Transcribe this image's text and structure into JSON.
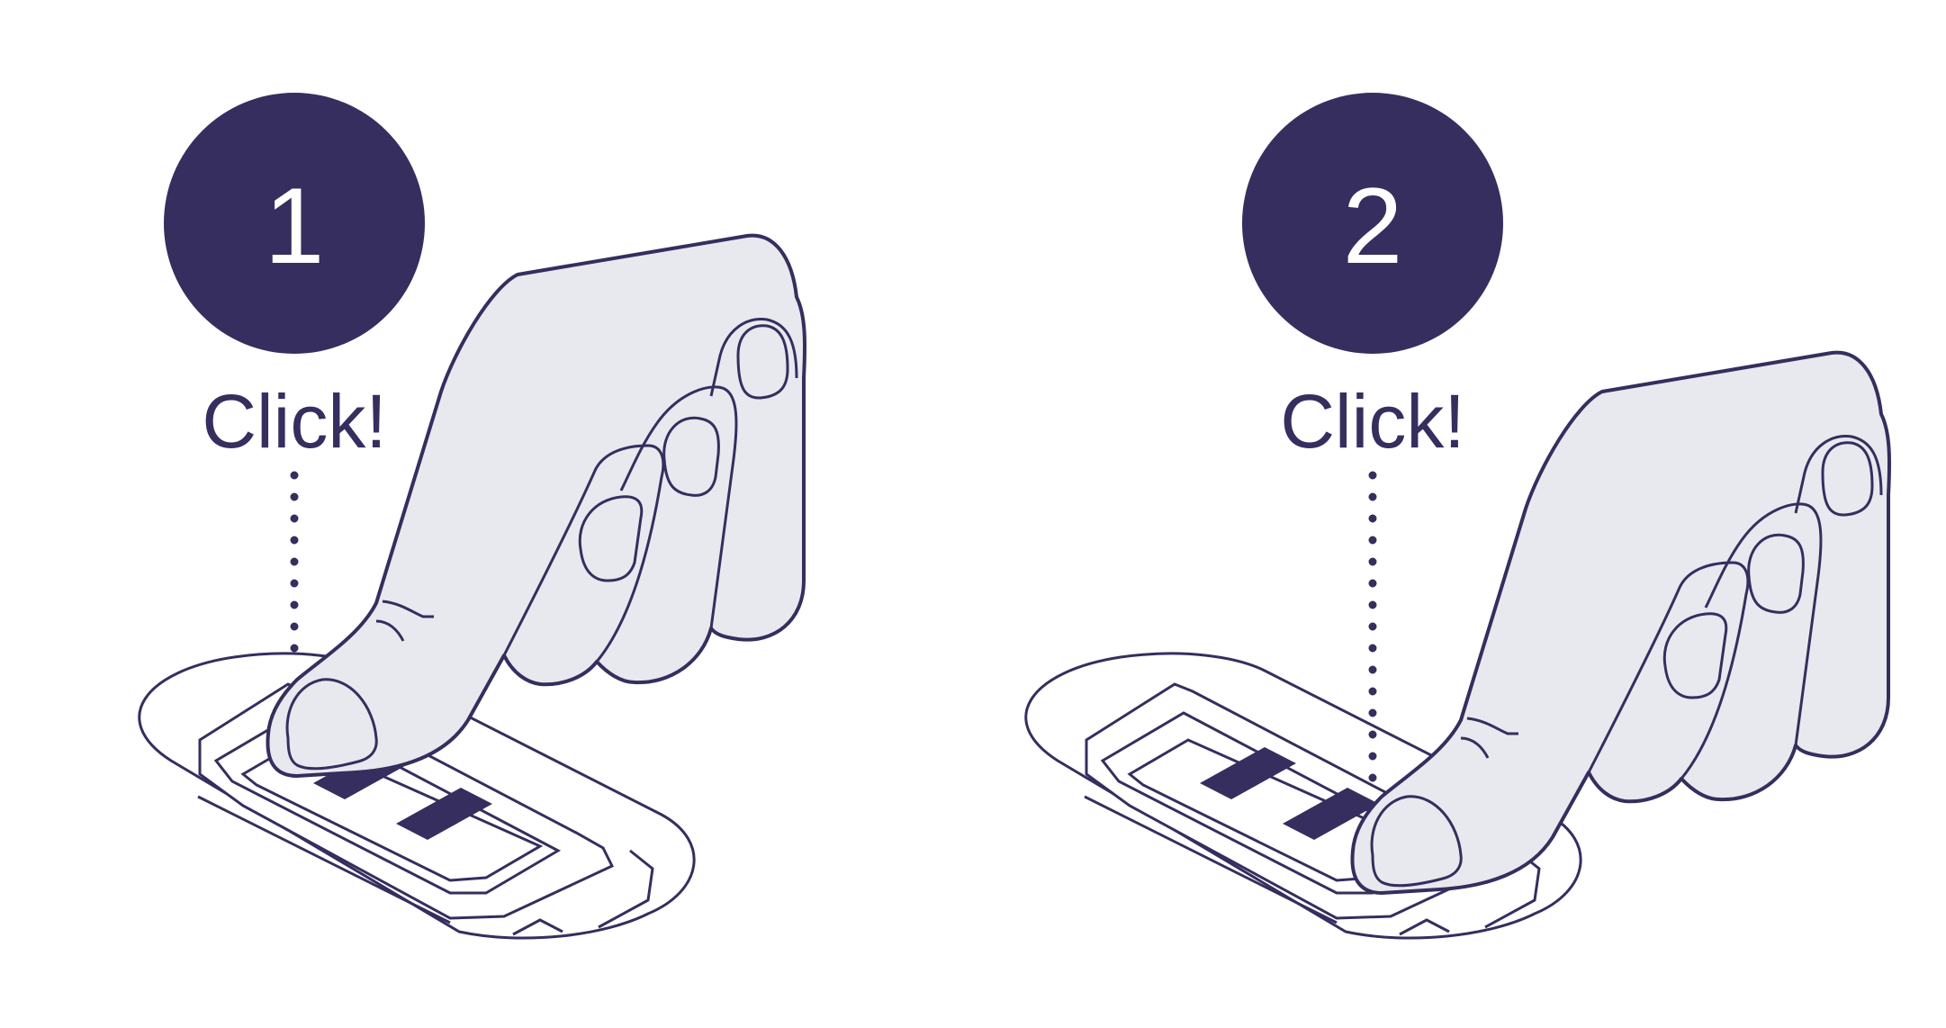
{
  "colors": {
    "accent": "#352e5e",
    "hand_fill": "#e8e8ef",
    "background": "#ffffff"
  },
  "steps": [
    {
      "number": "1",
      "caption": "Click!"
    },
    {
      "number": "2",
      "caption": "Click!"
    }
  ],
  "icons": [
    "hand-icon",
    "device-sensor-icon"
  ]
}
